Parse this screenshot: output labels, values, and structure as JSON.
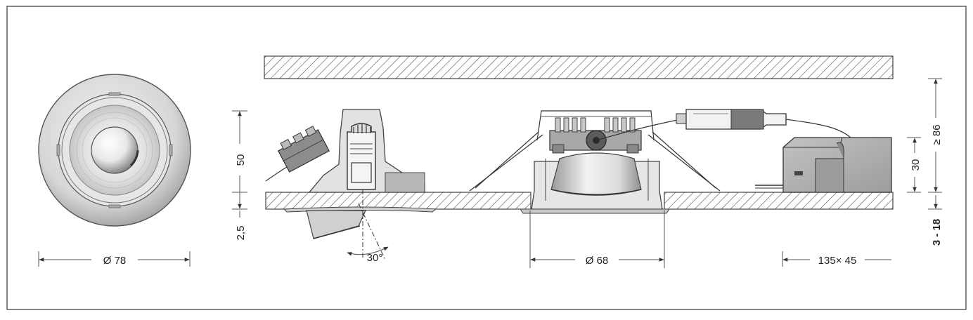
{
  "colors": {
    "line": "#333333",
    "frame": "#444444",
    "hatch": "#444444",
    "metal_light": "#eeeeee",
    "metal_mid": "#c8c8c8",
    "metal_dark": "#8a8a8a",
    "box": "#b0b0b0"
  },
  "dimensions": {
    "front_diameter": "Ø 78",
    "cutout_diameter": "Ø 68",
    "height_50": "50",
    "height_2_5": "2,5",
    "tilt_angle": "30°",
    "box_size": "135× 45",
    "box_height": "30",
    "min_depth": "≥ 86",
    "ceiling_thickness": "3 - 18"
  }
}
